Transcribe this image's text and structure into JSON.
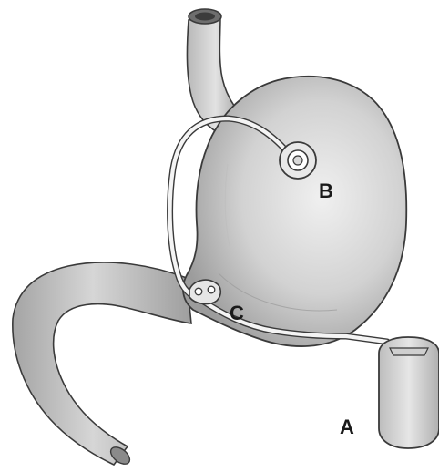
{
  "labels": {
    "a": "A",
    "b": "B",
    "c": "C"
  },
  "colors": {
    "organ_fill": "#d4d4d4",
    "organ_shade": "#a8a8a8",
    "outline": "#3a3a3a",
    "tube": "#f2f2f2",
    "device_fill": "#dcdcdc"
  }
}
